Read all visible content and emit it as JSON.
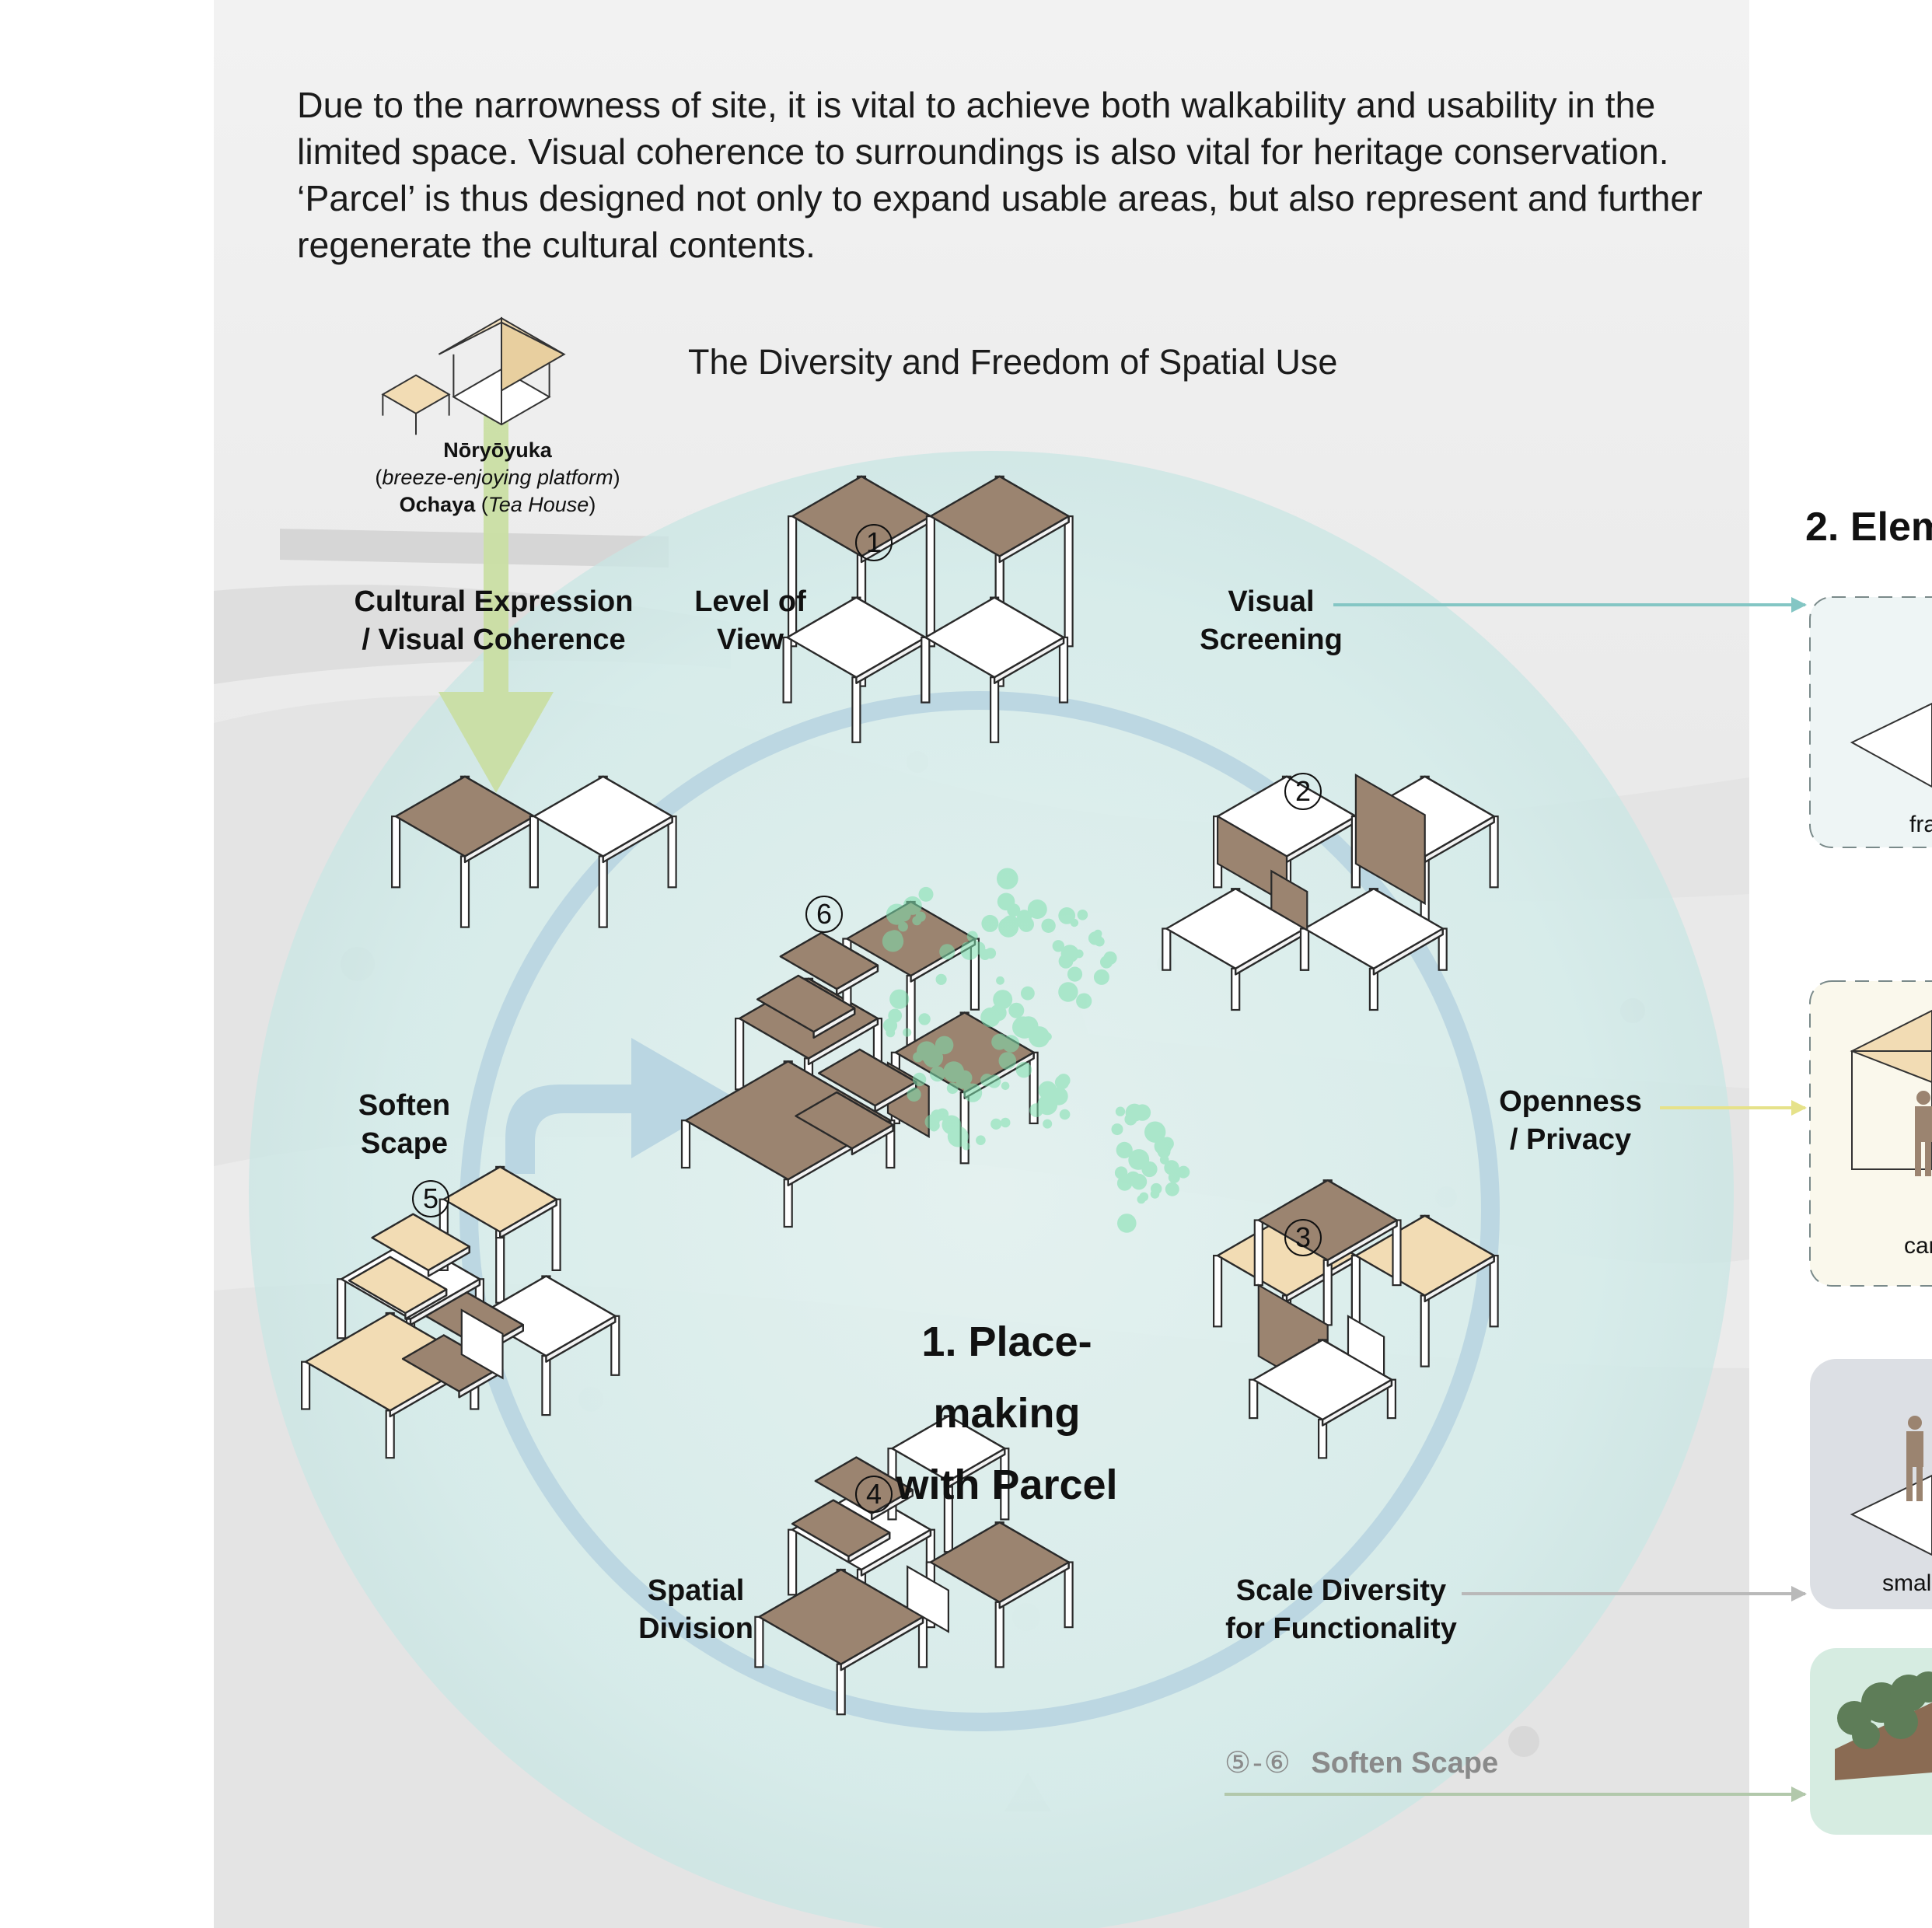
{
  "intro_text": "Due to the narrowness of site, it is vital to achieve both walkability and usability in the limited space. Visual coherence to surroundings is also vital for heritage conservation. ‘Parcel’ is thus designed not only to expand usable areas, but also represent and further regenerate the cultural contents.",
  "subtitle": "The Diversity and Freedom of Spatial Use",
  "reference": {
    "name1": "Nōryōyuka",
    "desc1": "breeze-enjoying platform",
    "name2": "Ochaya",
    "desc2": "Tea House"
  },
  "labels": {
    "cultural_1": "Cultural Expression",
    "cultural_2": "/ Visual Coherence",
    "level_1": "Level of",
    "level_2": "View",
    "visual_1": "Visual",
    "visual_2": "Screening",
    "soften_1": "Soften",
    "soften_2": "Scape",
    "openness_1": "Openness",
    "openness_2": "/ Privacy",
    "spatial_1": "Spatial",
    "spatial_2": "Division",
    "scale_1": "Scale Diversity",
    "scale_2": "for Functionality"
  },
  "numbers": {
    "n1": "1",
    "n2": "2",
    "n3": "3",
    "n4": "4",
    "n5": "5",
    "n6": "6"
  },
  "center_title_1": "1. Place-making",
  "center_title_2": "with Parcel",
  "section2_title": "2. Elem",
  "panel_captions": {
    "p1": "fra",
    "p2": "car",
    "p3": "smal"
  },
  "soften_bottom": {
    "nums": "⑤-⑥",
    "label": "Soften Scape"
  },
  "colors": {
    "wood": "#9b8470",
    "wood_light": "#f2dcb4",
    "circle_mint": "#d3ecea",
    "ring_blue": "#bad6e2",
    "arrow_green": "#cadfa4",
    "arrow_teal": "#84c6c4",
    "arrow_yellow": "#e6e28a",
    "arrow_gray": "#b9b9b9",
    "arrow_sage": "#b2c8ab",
    "ivy": "#7ee0ae"
  }
}
